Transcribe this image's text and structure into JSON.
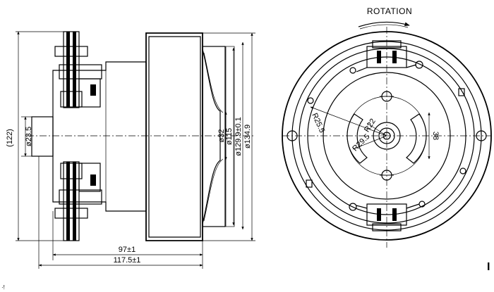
{
  "side_view": {
    "dims": {
      "overall_height": "(122)",
      "shaft_dia": "ø23.5",
      "inner_dia": "ø32",
      "housing_dia": "ø115",
      "flange_dia": "ø129.9±0.1",
      "outer_dia": "ø134.9",
      "length_short": "97±1",
      "length_long": "117.5±1"
    }
  },
  "front_view": {
    "rotation_label": "ROTATION",
    "dims": {
      "r25": "R25.5",
      "r22": "R22",
      "r29": "R29.5",
      "slot": "38"
    }
  },
  "corner_mark": "I",
  "edge_mark": "·!"
}
